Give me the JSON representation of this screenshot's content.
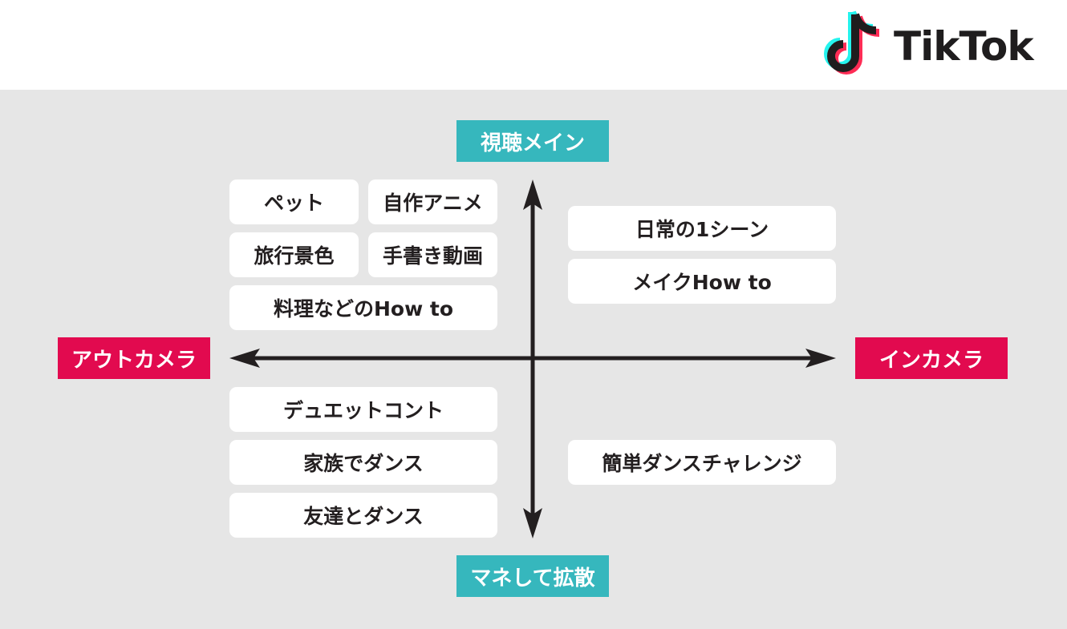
{
  "brand": {
    "name": "TikTok"
  },
  "colors": {
    "teal": "#36b7bd",
    "pink": "#e20a4f",
    "panel": "#e6e6e6",
    "arrow": "#231f20"
  },
  "axes": {
    "top": "視聴メイン",
    "bottom": "マネして拡散",
    "left": "アウトカメラ",
    "right": "インカメラ"
  },
  "quadrants": {
    "top_left": [
      "ペット",
      "自作アニメ",
      "旅行景色",
      "手書き動画",
      "料理などのHow to"
    ],
    "top_right": [
      "日常の1シーン",
      "メイクHow to"
    ],
    "bottom_left": [
      "デュエットコント",
      "家族でダンス",
      "友達とダンス"
    ],
    "bottom_right": [
      "簡単ダンスチャレンジ"
    ]
  }
}
